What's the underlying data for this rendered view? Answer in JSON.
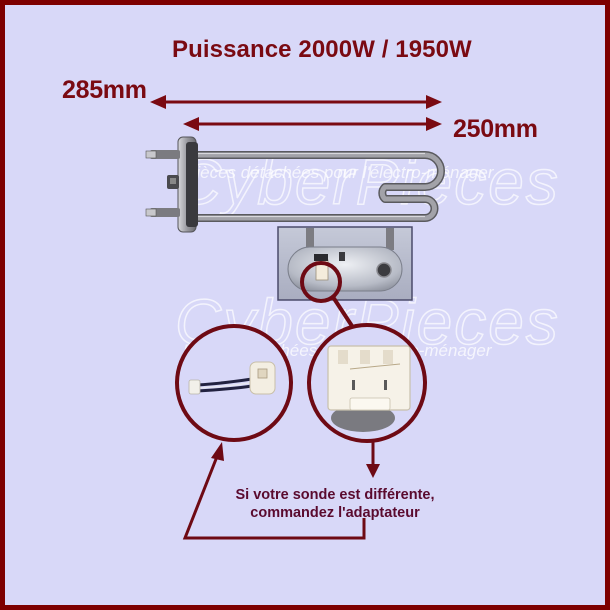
{
  "product_image": {
    "title": "Puissance 2000W / 1950W",
    "dimensions": {
      "total_length": "285mm",
      "immersed_length": "250mm"
    },
    "note": {
      "line1": "Si votre sonde est différente,",
      "line2": "commandez l'adaptateur"
    },
    "watermark": {
      "logo": "CyberPieces",
      "tagline": "Pièces détachées pour l'électro-ménager"
    },
    "illustrations": {
      "heating_element": "heating-element-photo",
      "flange_closeup": "flange-closeup-photo",
      "adapter_detail": "adapter-cable-photo",
      "connector_detail": "probe-connector-photo"
    },
    "colors": {
      "border": "#7d0000",
      "background": "#d8d8f8",
      "text_primary": "#7a0a12",
      "text_note": "#5a0a2e",
      "annotation": "#6e0a14"
    }
  }
}
